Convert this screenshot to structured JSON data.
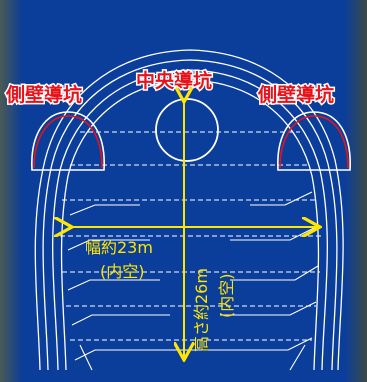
{
  "labels": {
    "side_drift_left": "側壁導坑",
    "center_drift": "中央導坑",
    "side_drift_right": "側壁導坑",
    "width_line1": "幅約23m",
    "width_line2": "(内空)",
    "height_line1": "高さ約26m",
    "height_line2": "(内空)"
  },
  "colors": {
    "background": "#0b3e9a",
    "tunnel_lines": "#ffffff",
    "drift_outline": "#e8121a",
    "dimension": "#ffe600"
  }
}
